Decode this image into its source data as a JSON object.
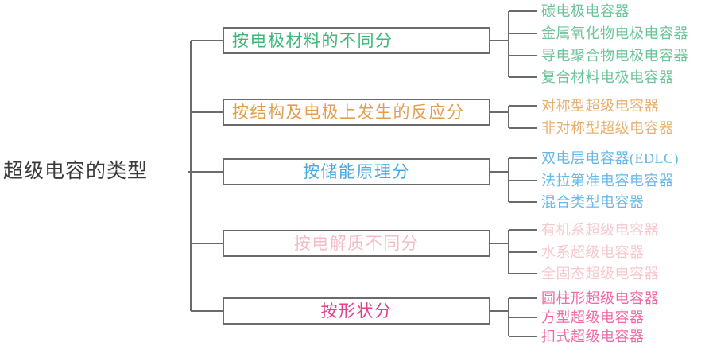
{
  "diagram": {
    "type": "tree-mindmap",
    "root": {
      "label": "超级电容的类型"
    },
    "colors": {
      "line": "#6b6b6b",
      "root_text": "#3a3a3a",
      "background": "#ffffff"
    },
    "branches": [
      {
        "label": "按电极材料的不同分",
        "color": "#3cb878",
        "leaf_color": "#6cc49a",
        "align": "left",
        "leaves": [
          "碳电极电容器",
          "金属氧化物电极电容器",
          "导电聚合物电极电容器",
          "复合材料电极电容器"
        ]
      },
      {
        "label": "按结构及电极上发生的反应分",
        "color": "#e0a050",
        "leaf_color": "#e8b070",
        "align": "left",
        "leaves": [
          "对称型超级电容器",
          "非对称型超级电容器"
        ]
      },
      {
        "label": "按储能原理分",
        "color": "#4aa8e0",
        "leaf_color": "#68b8e8",
        "align": "center",
        "leaves": [
          "双电层电容器(EDLC)",
          "法拉第准电容电容器",
          "混合类型电容器"
        ]
      },
      {
        "label": "按电解质不同分",
        "color": "#f4bcc4",
        "leaf_color": "#f6c8ce",
        "align": "center",
        "leaves": [
          "有机系超级电容器",
          "水系超级电容器",
          "全固态超级电容器"
        ]
      },
      {
        "label": "按形状分",
        "color": "#ea3d8c",
        "leaf_color": "#f06ba6",
        "align": "center",
        "leaves": [
          "圆柱形超级电容器",
          "方型超级电容器",
          "扣式超级电容器"
        ]
      }
    ]
  }
}
